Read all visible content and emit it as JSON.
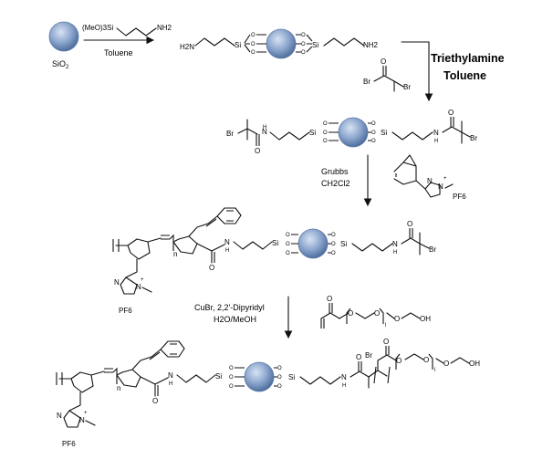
{
  "step1": {
    "silica_label": "SiO",
    "silica_subscript": "2",
    "reagent": "(MeO)3Si",
    "reagent_end": "NH2",
    "solvent": "Toluene"
  },
  "step2": {
    "conditions_line1": "Triethylamine",
    "conditions_line2": "Toluene",
    "reagent_br": "Br",
    "reagent_o": "O",
    "reagent_br2": "Br"
  },
  "step3": {
    "catalyst": "Grubbs",
    "solvent": "CH2Cl2",
    "counterion": "PF6"
  },
  "step4": {
    "catalyst_line1": "CuBr, 2,2'-Dipyridyl",
    "catalyst_line2": "H2O/MeOH",
    "repeat_index": "l",
    "end_group": "OH"
  },
  "atoms": {
    "si": "Si",
    "o": "O",
    "n": "N",
    "nh": "N",
    "h": "H",
    "h2n": "H2N",
    "br": "Br",
    "n_index": "n",
    "plus": "+",
    "pf6": "PF6"
  }
}
